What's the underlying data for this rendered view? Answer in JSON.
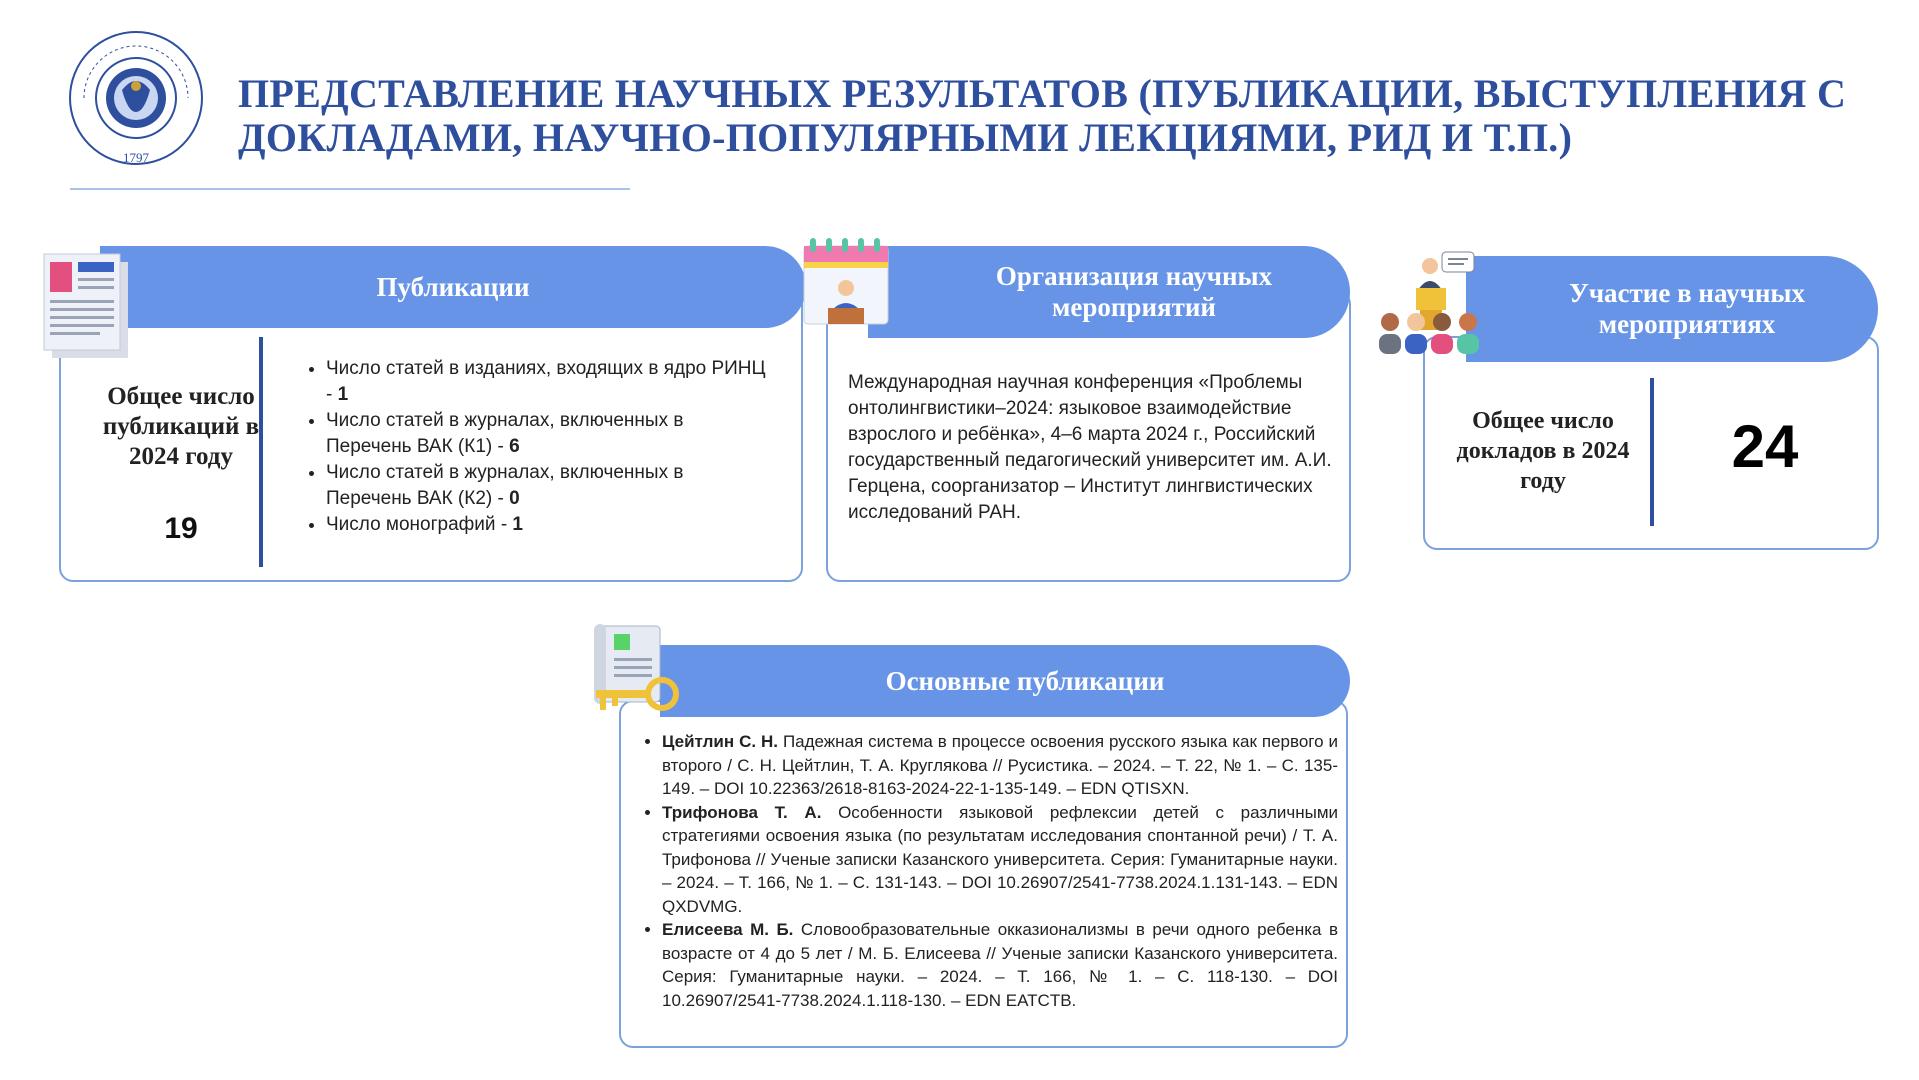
{
  "header": {
    "logo_name": "herzen-university-seal",
    "logo_year": "1797",
    "title": "ПРЕДСТАВЛЕНИЕ НАУЧНЫХ РЕЗУЛЬТАТОВ (ПУБЛИКАЦИИ, ВЫСТУПЛЕНИЯ С ДОКЛАДАМИ, НАУЧНО-ПОПУЛЯРНЫМИ ЛЕКЦИЯМИ, РИД И Т.П.)"
  },
  "publications": {
    "heading": "Публикации",
    "icon": "document-icon",
    "total_label": "Общее число публикаций в 2024 году",
    "total_value": "19",
    "items": [
      {
        "text": "Число статей в изданиях, входящих в ядро РИНЦ - ",
        "value": "1"
      },
      {
        "text": "Число статей в журналах, включенных в Перечень ВАК (К1) - ",
        "value": "6"
      },
      {
        "text": "Число статей в журналах, включенных в Перечень ВАК (К2) - ",
        "value": "0"
      },
      {
        "text": "Число монографий - ",
        "value": "1"
      }
    ]
  },
  "organization": {
    "heading": "Организация научных мероприятий",
    "icon": "calendar-presentation-icon",
    "text": "Международная научная конференция «Проблемы онтолингвистики–2024: языковое взаимодействие взрослого и ребёнка», 4–6 марта 2024 г., Российский государственный педагогический университет им. А.И. Герцена, соорганизатор – Институт лингвистических исследований РАН."
  },
  "participation": {
    "heading": "Участие в научных мероприятиях",
    "icon": "speaker-audience-icon",
    "total_label": "Общее число докладов в 2024 году",
    "total_value": "24"
  },
  "main_publications": {
    "heading": "Основные публикации",
    "icon": "certificate-key-icon",
    "items": [
      {
        "author": "Цейтлин С. Н.",
        "text": " Падежная система в процессе освоения русского языка как первого и второго / С. Н. Цейтлин, Т. А. Круглякова // Русистика. – 2024. – Т. 22, № 1. – С. 135-149. – DOI 10.22363/2618-8163-2024-22-1-135-149. – EDN QTISXN."
      },
      {
        "author": "Трифонова Т. А.",
        "text": " Особенности языковой рефлексии детей с различными стратегиями освоения языка (по результатам исследования спонтанной речи) / Т. А. Трифонова // Ученые записки Казанского университета. Серия: Гуманитарные науки. – 2024. – Т. 166, № 1. – С. 131-143. – DOI 10.26907/2541-7738.2024.1.131-143. – EDN QXDVMG."
      },
      {
        "author": "Елисеева М. Б.",
        "text": " Словообразовательные окказионализмы в речи одного ребенка в возрасте от 4 до 5 лет / М. Б. Елисеева // Ученые записки Казанского университета. Серия: Гуманитарные науки. – 2024. – Т. 166, № 1. – С. 118-130. – DOI 10.26907/2541-7738.2024.1.118-130. – EDN EATCTB."
      }
    ]
  },
  "colors": {
    "title": "#2e4e9e",
    "pill": "#6794e6",
    "border": "#7ba2dc"
  }
}
